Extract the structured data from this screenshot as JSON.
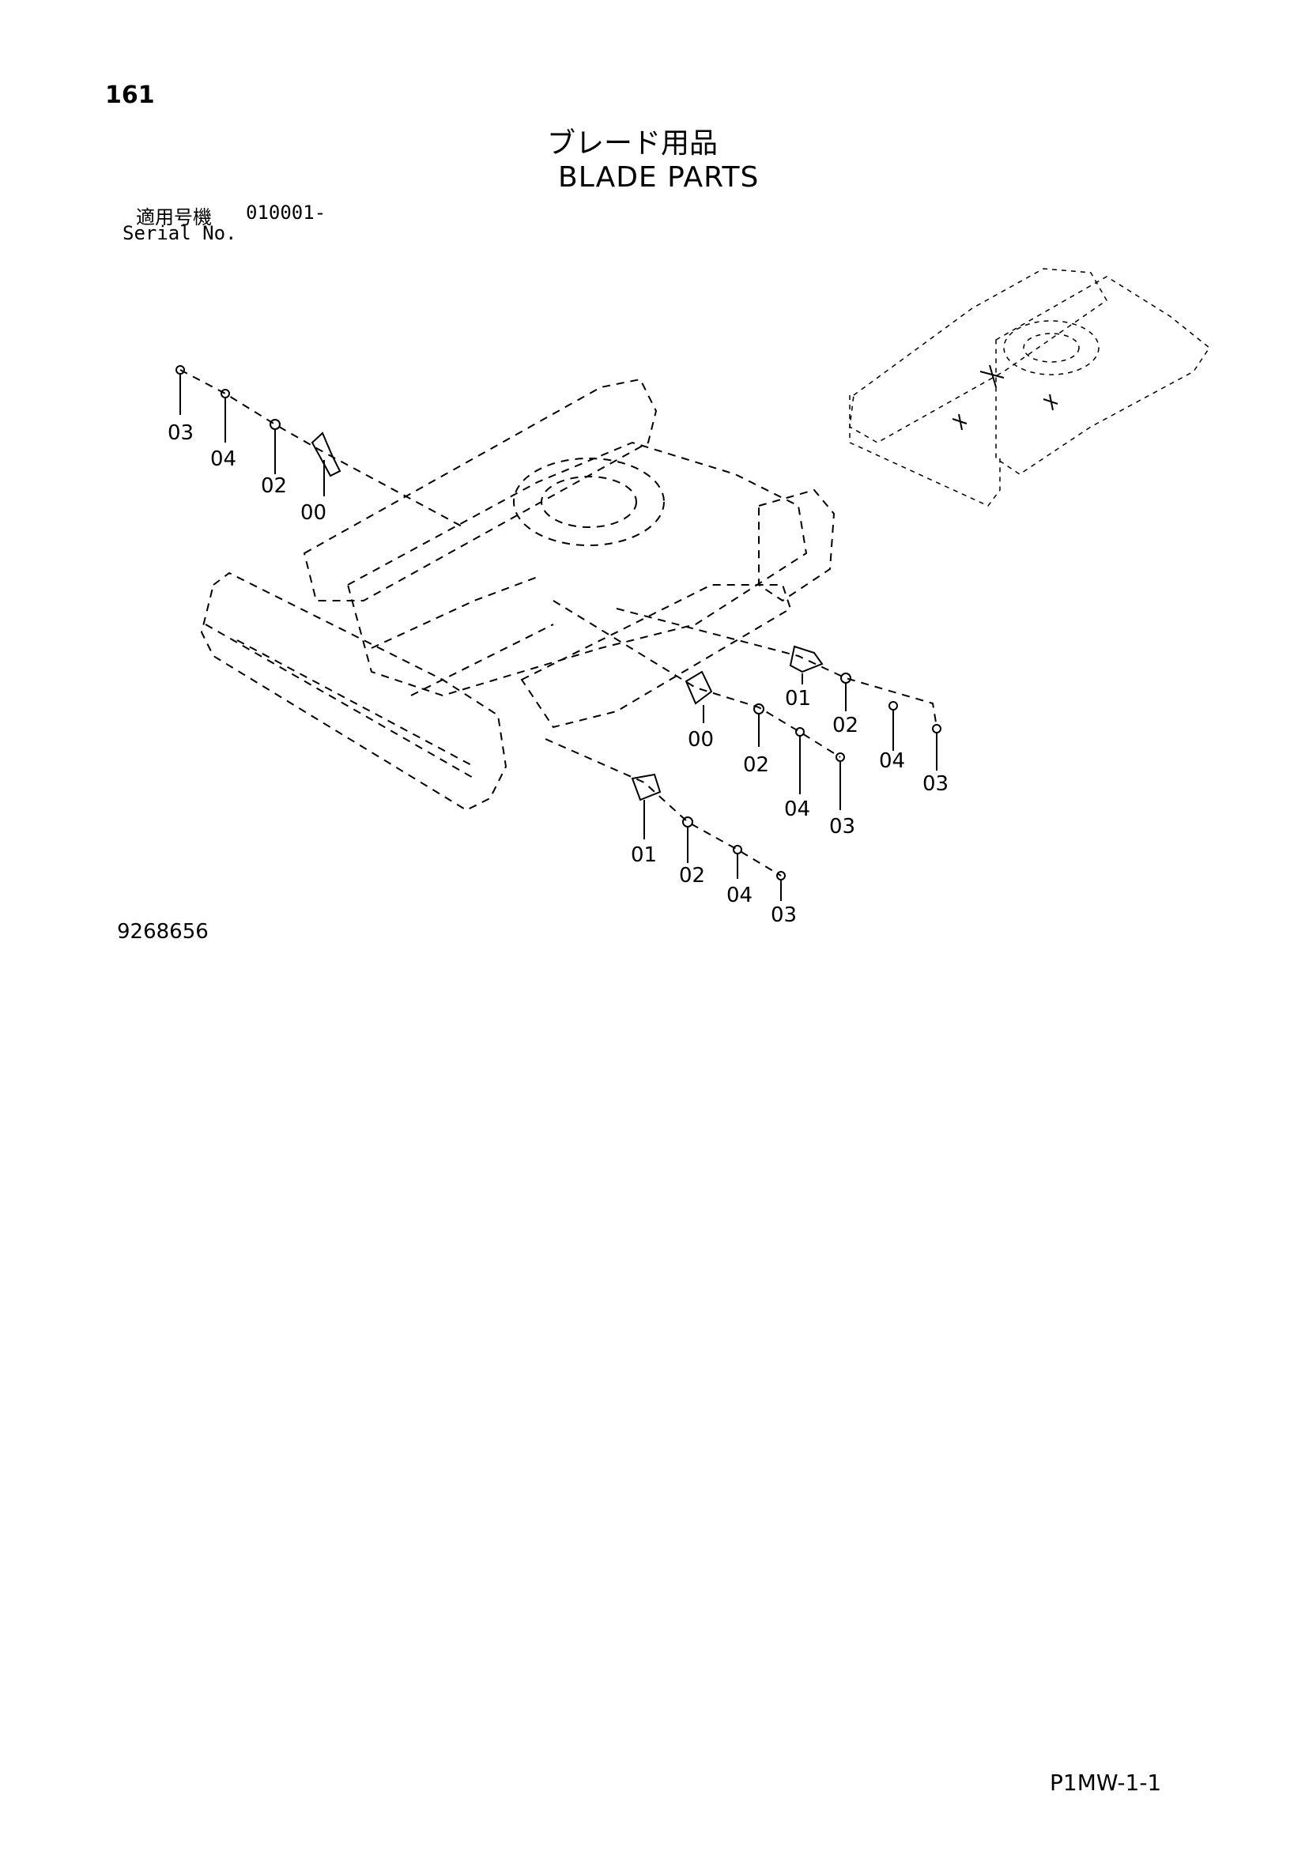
{
  "header": {
    "page_number": "161",
    "title_ja": "ブレード用品",
    "title_en": "BLADE PARTS"
  },
  "serial": {
    "label_ja": "適用号機",
    "value": "010001-",
    "label_en": "Serial No."
  },
  "drawing_number": "9268656",
  "page_code": "P1MW-1-1",
  "callouts": [
    "03",
    "04",
    "02",
    "00",
    "01",
    "02",
    "04",
    "03",
    "00",
    "02",
    "04",
    "03",
    "01",
    "02",
    "04",
    "03"
  ]
}
